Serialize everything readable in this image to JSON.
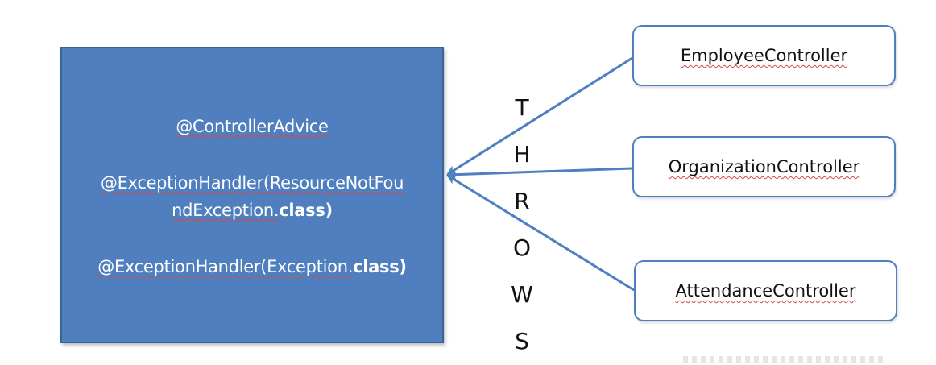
{
  "advice": {
    "annotation": "@ControllerAdvice",
    "handler1_line1": "@ExceptionHandler(ResourceNotFou",
    "handler1_line2_name": "ndException.",
    "handler1_line2_class": "class)",
    "handler2_name": "@ExceptionHandler(Exception.",
    "handler2_class": "class)"
  },
  "controllers": [
    {
      "label": "EmployeeController"
    },
    {
      "label": "OrganizationController"
    },
    {
      "label": "AttendanceController"
    }
  ],
  "throws": [
    "T",
    "H",
    "R",
    "O",
    "W",
    "S"
  ],
  "colors": {
    "box_fill": "#4f7fbf",
    "box_border": "#3b6396",
    "arrow": "#4f7fbf",
    "spell_underline": "#d24a4a"
  }
}
